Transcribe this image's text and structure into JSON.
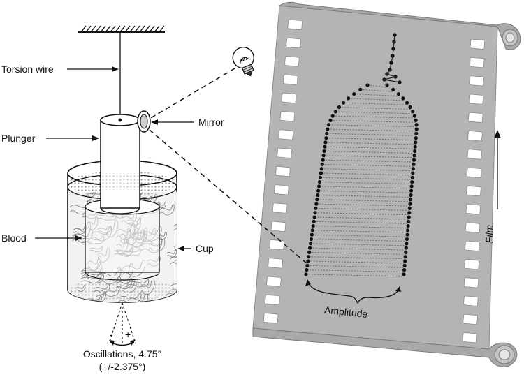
{
  "labels": {
    "torsion_wire": "Torsion wire",
    "plunger": "Plunger",
    "mirror": "Mirror",
    "blood": "Blood",
    "cup": "Cup",
    "film": "Film",
    "amplitude": "Amplitude",
    "minus": "-",
    "plus": "+",
    "oscillations": "Oscillations, 4.75°",
    "oscillations_range": "(+/-2.375°)"
  },
  "colors": {
    "ink": "#111111",
    "film_fill": "#b4b4b4",
    "film_shadow": "#8c8c8c",
    "sprocket": "#ffffff",
    "trace_dot": "#111111",
    "trace_line": "#6a6a6a",
    "stipple": "#9a9a9a",
    "blood_swirl": "#777777"
  }
}
